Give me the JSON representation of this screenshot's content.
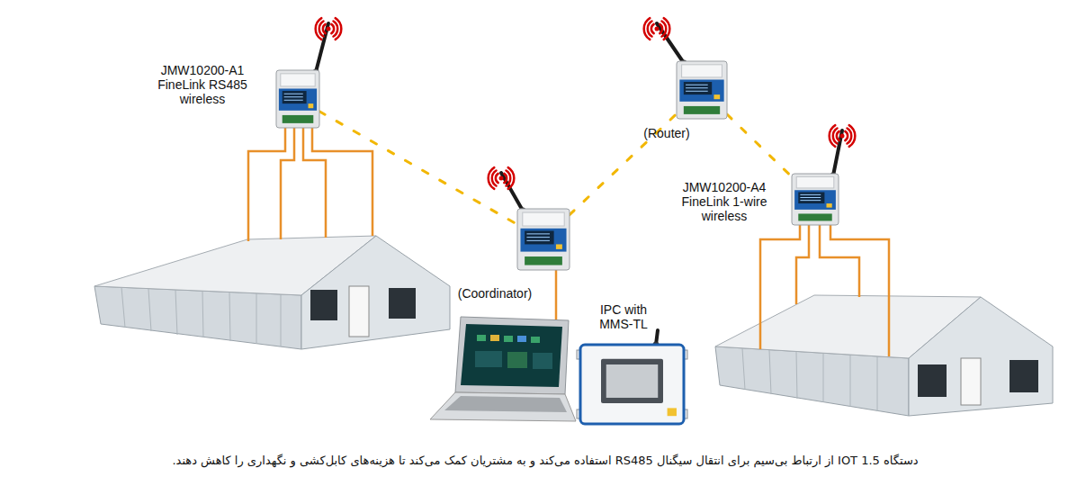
{
  "diagram": {
    "caption": "دستگاه IOT 1.5 از ارتباط بی‌سیم برای انتقال سیگنال RS485 استفاده می‌کند و به مشتریان کمک می‌کند تا هزینه‌های کابل‌کشی و نگهداری را کاهش دهند.",
    "nodes": [
      {
        "text": [
          "JMW10200-A1 FineLink RS485 wireless"
        ]
      },
      {
        "text": [
          "(Router)"
        ]
      },
      {
        "text": [
          "(Coordinator)"
        ]
      },
      {
        "text": [
          "JMW10200-A4 FineLink 1-wire wireless"
        ]
      },
      {
        "text": [
          "IPC with MMS-TL"
        ]
      }
    ],
    "edges": [
      {
        "from": 0,
        "to": 2,
        "arrow": "none"
      },
      {
        "from": 2,
        "to": 1,
        "arrow": "none"
      },
      {
        "from": 1,
        "to": 3,
        "arrow": "none"
      }
    ]
  }
}
